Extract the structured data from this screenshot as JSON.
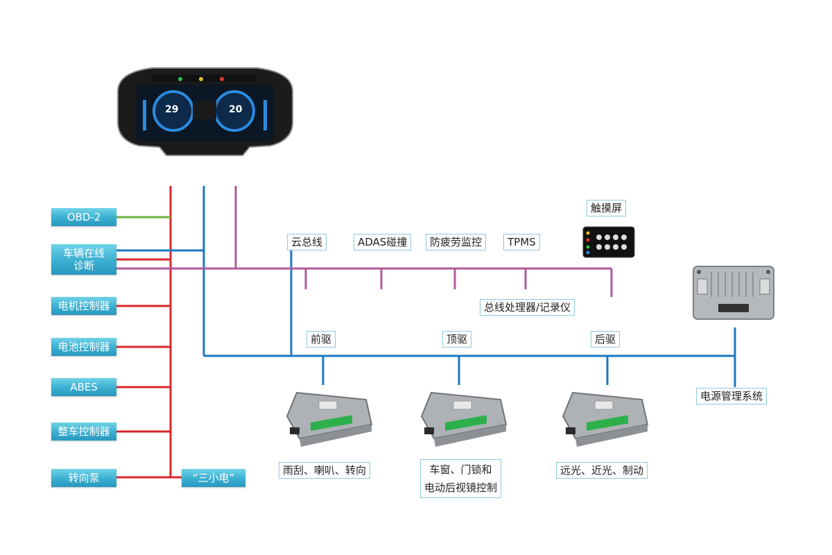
{
  "left_modules": [
    {
      "id": "obd",
      "label": "OBD-2"
    },
    {
      "id": "online-diag",
      "label": "车辆在线\n诊断"
    },
    {
      "id": "motor-ctrl",
      "label": "电机控制器"
    },
    {
      "id": "battery-ctrl",
      "label": "电池控制器"
    },
    {
      "id": "abes",
      "label": "ABES"
    },
    {
      "id": "vehicle-ctrl",
      "label": "整车控制器"
    },
    {
      "id": "steering-pump",
      "label": "转向泵"
    }
  ],
  "small_power": "“三小电”",
  "bus_tags": {
    "cloud_bus": "云总线",
    "adas": "ADAS碰撞",
    "fatigue": "防疲劳监控",
    "tpms": "TPMS",
    "touchscreen": "触摸屏",
    "bus_processor": "总线处理器/记录仪"
  },
  "drive_tags": {
    "front": "前驱",
    "top": "顶驱",
    "rear": "后驱",
    "power_mgmt": "电源管理系统"
  },
  "function_tags": {
    "front_func": "雨刮、喇叭、转向",
    "top_func": "车窗、门锁和\n电动后视镜控制",
    "rear_func": "远光、近光、制动"
  },
  "dashboard": {
    "left_gauge_value": "29",
    "right_gauge_value": "20"
  },
  "colors": {
    "red_bus": "#d9252a",
    "blue_bus": "#1a78c2",
    "purple_bus": "#b0589e",
    "green_link": "#6db33f",
    "teal_box": "#3aaed0"
  }
}
